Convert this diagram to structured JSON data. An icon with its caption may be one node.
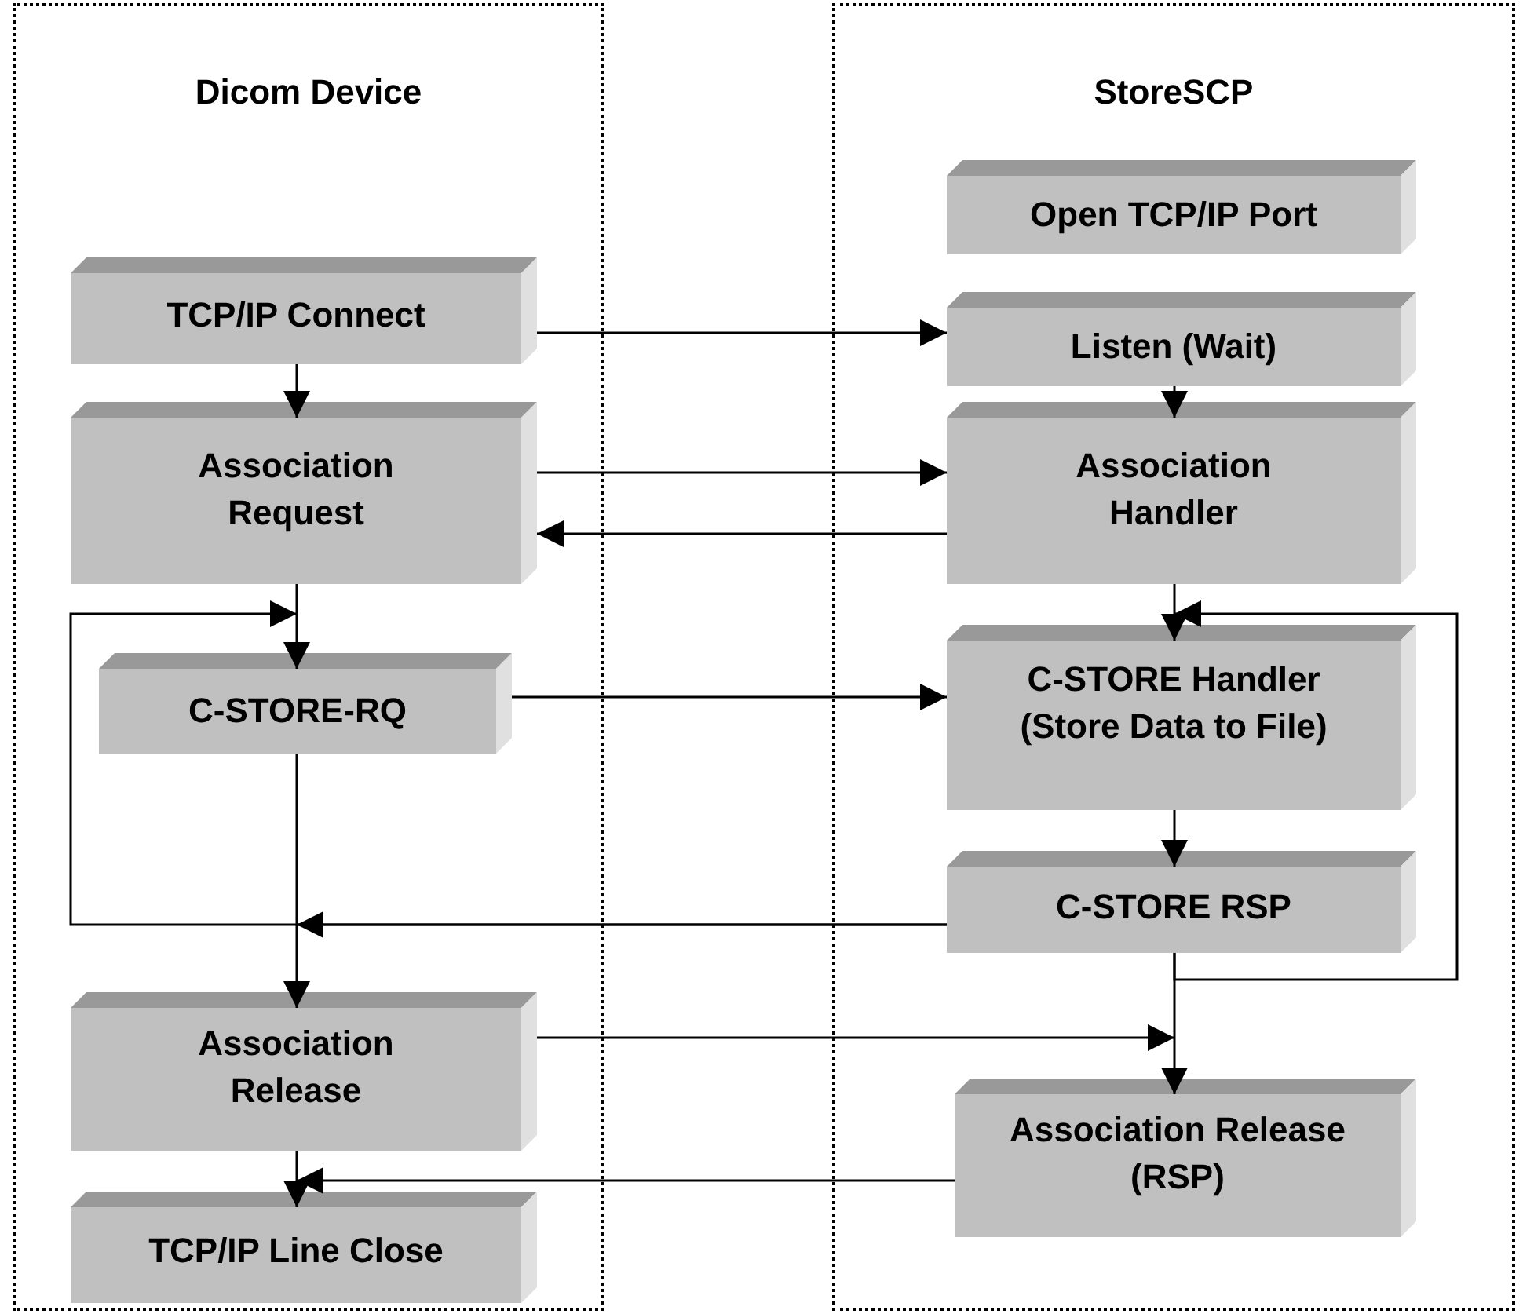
{
  "diagram": {
    "nodes": [
      {
        "text": [
          "Dicom Device"
        ]
      },
      {
        "text": [
          "StoreSCP"
        ]
      },
      {
        "text": [
          "TCP/IP Connect"
        ],
        "in": 0
      },
      {
        "text": [
          "Association Request"
        ],
        "in": 0
      },
      {
        "text": [
          "C-STORE-RQ"
        ],
        "in": 0
      },
      {
        "text": [
          "Association Release"
        ],
        "in": 0
      },
      {
        "text": [
          "TCP/IP Line Close"
        ],
        "in": 0
      },
      {
        "text": [
          "Open TCP/IP Port"
        ],
        "in": 1
      },
      {
        "text": [
          "Listen (Wait)"
        ],
        "in": 1
      },
      {
        "text": [
          "Association Handler"
        ],
        "in": 1
      },
      {
        "text": [
          "C-STORE Handler (Store Data to File)"
        ],
        "in": 1
      },
      {
        "text": [
          "C-STORE RSP"
        ],
        "in": 1
      },
      {
        "text": [
          "Association Release (RSP)"
        ],
        "in": 1
      }
    ],
    "edges": [
      {
        "from": 2,
        "to": 8,
        "arrow": "to"
      },
      {
        "from": 2,
        "to": 3,
        "arrow": "to"
      },
      {
        "from": 3,
        "to": 9,
        "arrow": "to"
      },
      {
        "from": 9,
        "to": 3,
        "arrow": "to"
      },
      {
        "from": 8,
        "to": 9,
        "arrow": "to"
      },
      {
        "from": 3,
        "to": 4,
        "arrow": "to"
      },
      {
        "from": 4,
        "to": 10,
        "arrow": "to"
      },
      {
        "from": 9,
        "to": 10,
        "arrow": "to"
      },
      {
        "from": 4,
        "to": 5,
        "arrow": "to"
      },
      {
        "from": 11,
        "to": 4,
        "arrow": "to"
      },
      {
        "from": 11,
        "to": 5,
        "arrow": "to"
      },
      {
        "from": 10,
        "to": 11,
        "arrow": "to"
      },
      {
        "from": 11,
        "to": 12,
        "arrow": "to"
      },
      {
        "from": 11,
        "to": 10,
        "arrow": "to"
      },
      {
        "from": 5,
        "to": 12,
        "arrow": "to"
      },
      {
        "from": 12,
        "to": 6,
        "arrow": "to"
      },
      {
        "from": 5,
        "to": 6,
        "arrow": "to"
      }
    ]
  }
}
